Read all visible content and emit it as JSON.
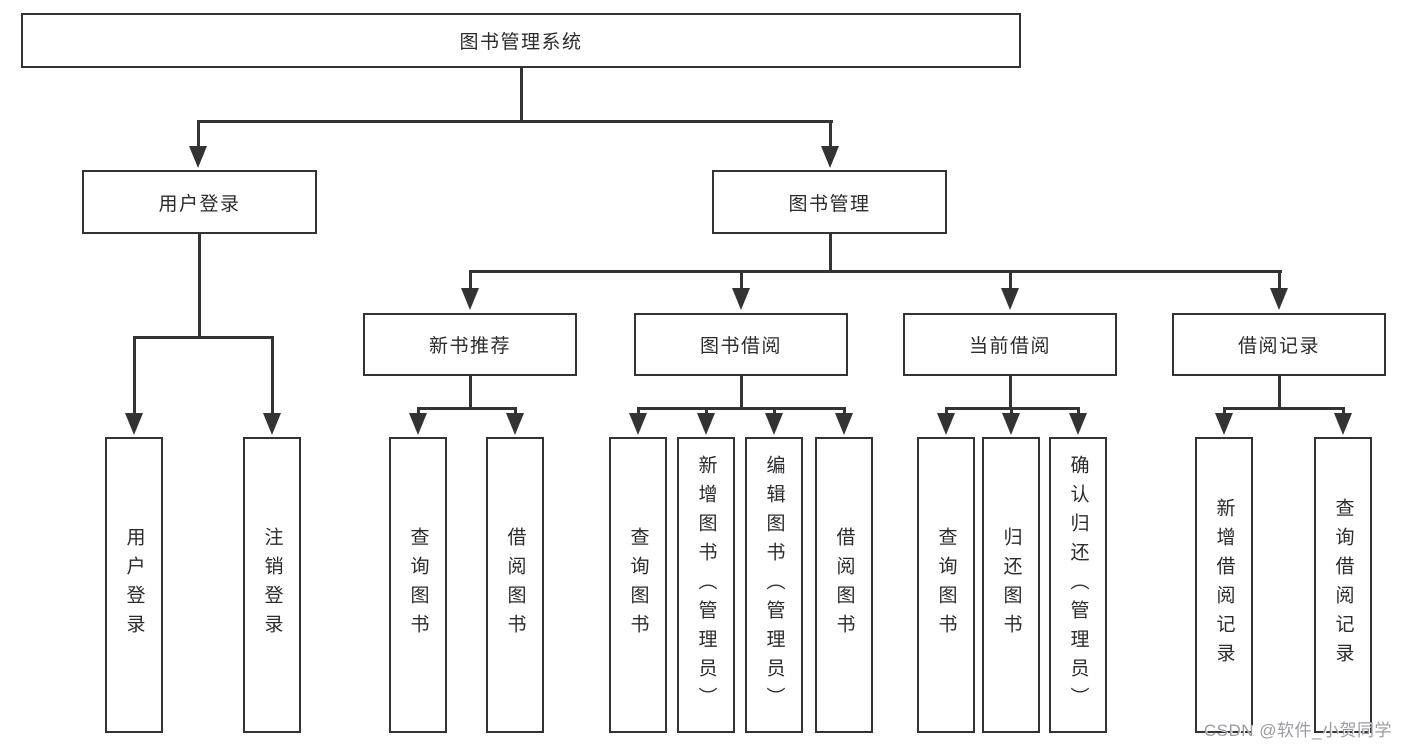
{
  "diagram": {
    "root": {
      "label": "图书管理系统"
    },
    "branches": [
      {
        "label": "用户登录",
        "children": [
          {
            "label": "用户登录"
          },
          {
            "label": "注销登录"
          }
        ]
      },
      {
        "label": "图书管理",
        "children": [
          {
            "label": "新书推荐",
            "children": [
              {
                "label": "查询图书"
              },
              {
                "label": "借阅图书"
              }
            ]
          },
          {
            "label": "图书借阅",
            "children": [
              {
                "label": "查询图书"
              },
              {
                "label": "新增图书（管理员）"
              },
              {
                "label": "编辑图书（管理员）"
              },
              {
                "label": "借阅图书"
              }
            ]
          },
          {
            "label": "当前借阅",
            "children": [
              {
                "label": "查询图书"
              },
              {
                "label": "归还图书"
              },
              {
                "label": "确认归还（管理员）"
              }
            ]
          },
          {
            "label": "借阅记录",
            "children": [
              {
                "label": "新增借阅记录"
              },
              {
                "label": "查询借阅记录"
              }
            ]
          }
        ]
      }
    ]
  },
  "watermark": {
    "text": "CSDN @软件_小贺同学"
  },
  "colors": {
    "line": "#333333",
    "node_border": "#333333",
    "text": "#2b2b2e",
    "background": "#ffffff",
    "watermark": "#9b9ba1"
  }
}
